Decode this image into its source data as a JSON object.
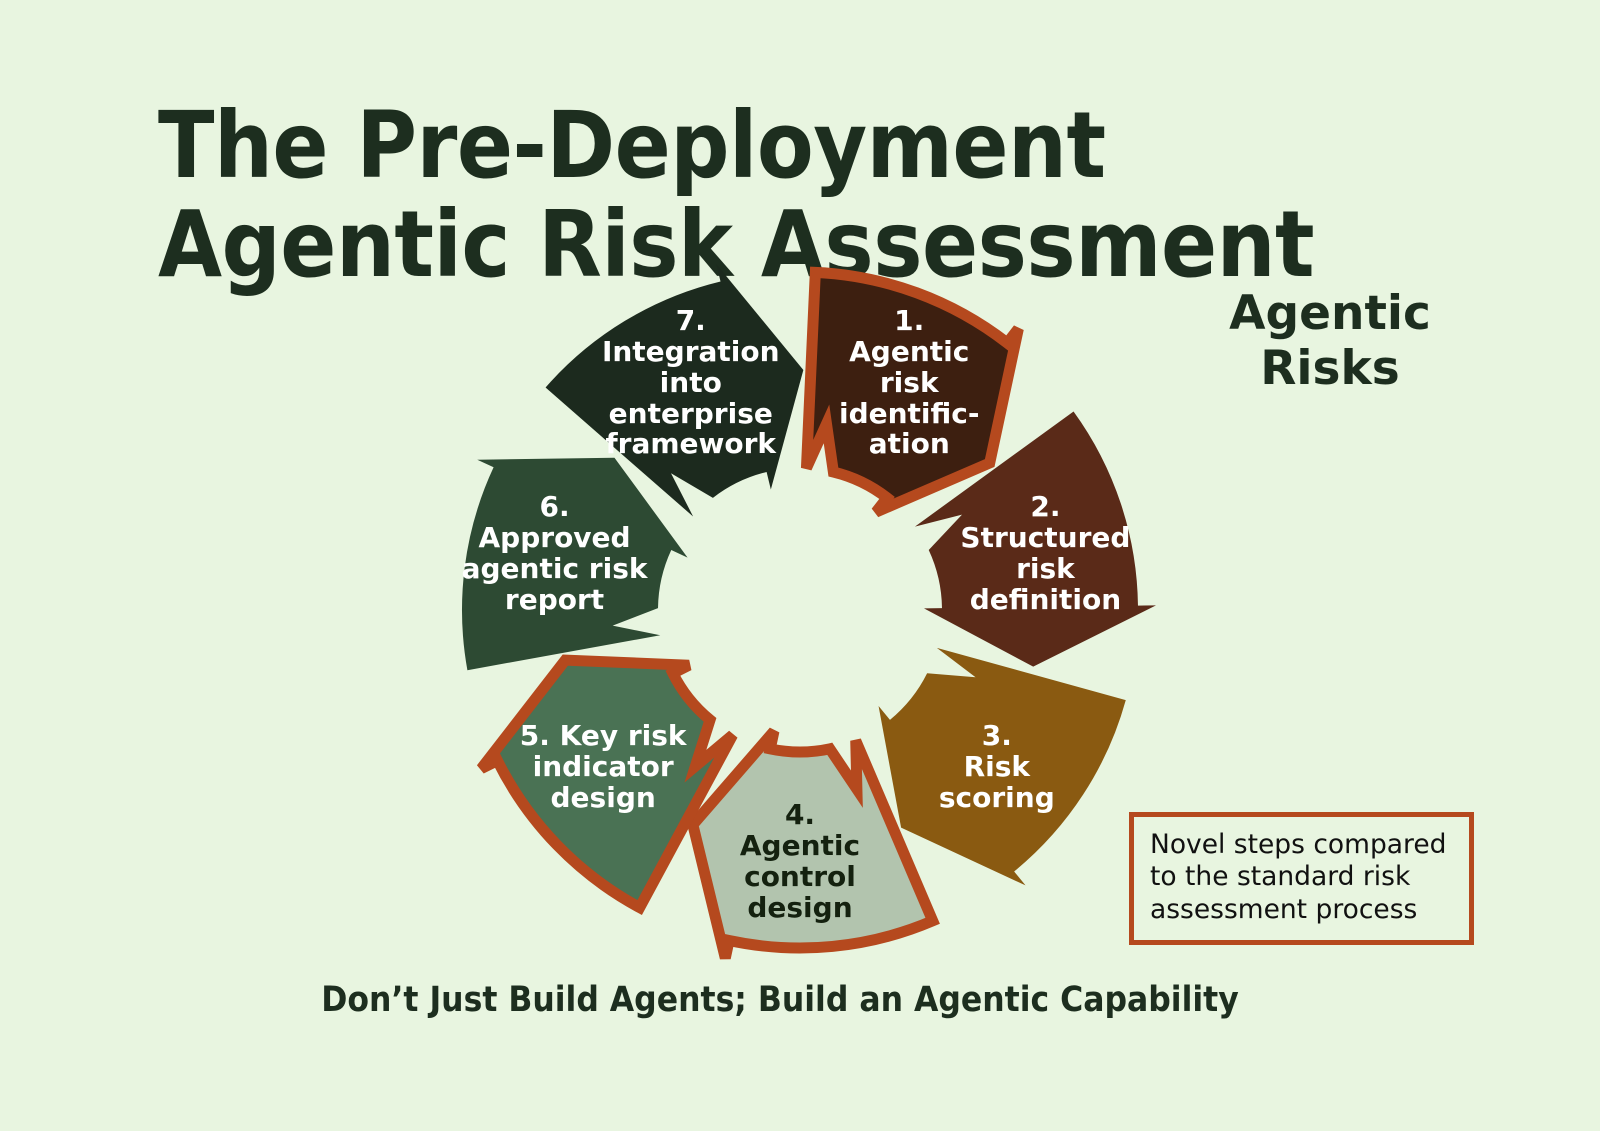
{
  "background_color": "#e8f5e0",
  "accent_color": "#b5491e",
  "title": "The Pre-Deployment\nAgentic Risk Assessment",
  "side_heading": "Agentic\nRisks",
  "legend": {
    "text": "Novel steps compared\nto the standard risk\nassessment process",
    "border_color": "#b5491e"
  },
  "footer": "Don’t Just Build Agents; Build an Agentic Capability",
  "chart_data": {
    "type": "pie",
    "title": "The Pre-Deployment Agentic Risk Assessment",
    "subtitle": "Agentic Risks",
    "legend_note": "Novel steps compared to the standard risk assessment process",
    "legend_position": "right-bottom",
    "direction": "clockwise",
    "segment_count": 7,
    "categories": [
      "1. Agentic risk identific-ation",
      "2. Structured risk definition",
      "3. Risk scoring",
      "4. Agentic control design",
      "5. Key risk indicator design",
      "6. Approved agentic risk report",
      "7. Integration into enterprise framework"
    ],
    "values": [
      1,
      1,
      1,
      1,
      1,
      1,
      1
    ],
    "highlighted": [
      "1. Agentic risk identific-ation",
      "4. Agentic control design",
      "5. Key risk indicator design"
    ]
  },
  "steps": [
    {
      "number": "1.",
      "label": "1.\nAgentic\nrisk\nidentific-\nation",
      "fill": "#3d1f10",
      "text_color": "light",
      "novel": true,
      "outline": "#b5491e"
    },
    {
      "number": "2.",
      "label": "2.\nStructured\nrisk\ndefinition",
      "fill": "#5a2a18",
      "text_color": "light",
      "novel": false,
      "outline": "none"
    },
    {
      "number": "3.",
      "label": "3.\nRisk\nscoring",
      "fill": "#8a5a11",
      "text_color": "light",
      "novel": false,
      "outline": "none"
    },
    {
      "number": "4.",
      "label": "4.\nAgentic\ncontrol\ndesign",
      "fill": "#b2c4ae",
      "text_color": "dark",
      "novel": true,
      "outline": "#b5491e"
    },
    {
      "number": "5.",
      "label": "5. Key risk\nindicator\ndesign",
      "fill": "#4a7254",
      "text_color": "light",
      "novel": true,
      "outline": "#b5491e"
    },
    {
      "number": "6.",
      "label": "6.\nApproved\nagentic risk\nreport",
      "fill": "#2d4a33",
      "text_color": "light",
      "novel": false,
      "outline": "none"
    },
    {
      "number": "7.",
      "label": "7.\nIntegration\ninto\nenterprise\nframework",
      "fill": "#1c2a1e",
      "text_color": "light",
      "novel": false,
      "outline": "none"
    }
  ]
}
